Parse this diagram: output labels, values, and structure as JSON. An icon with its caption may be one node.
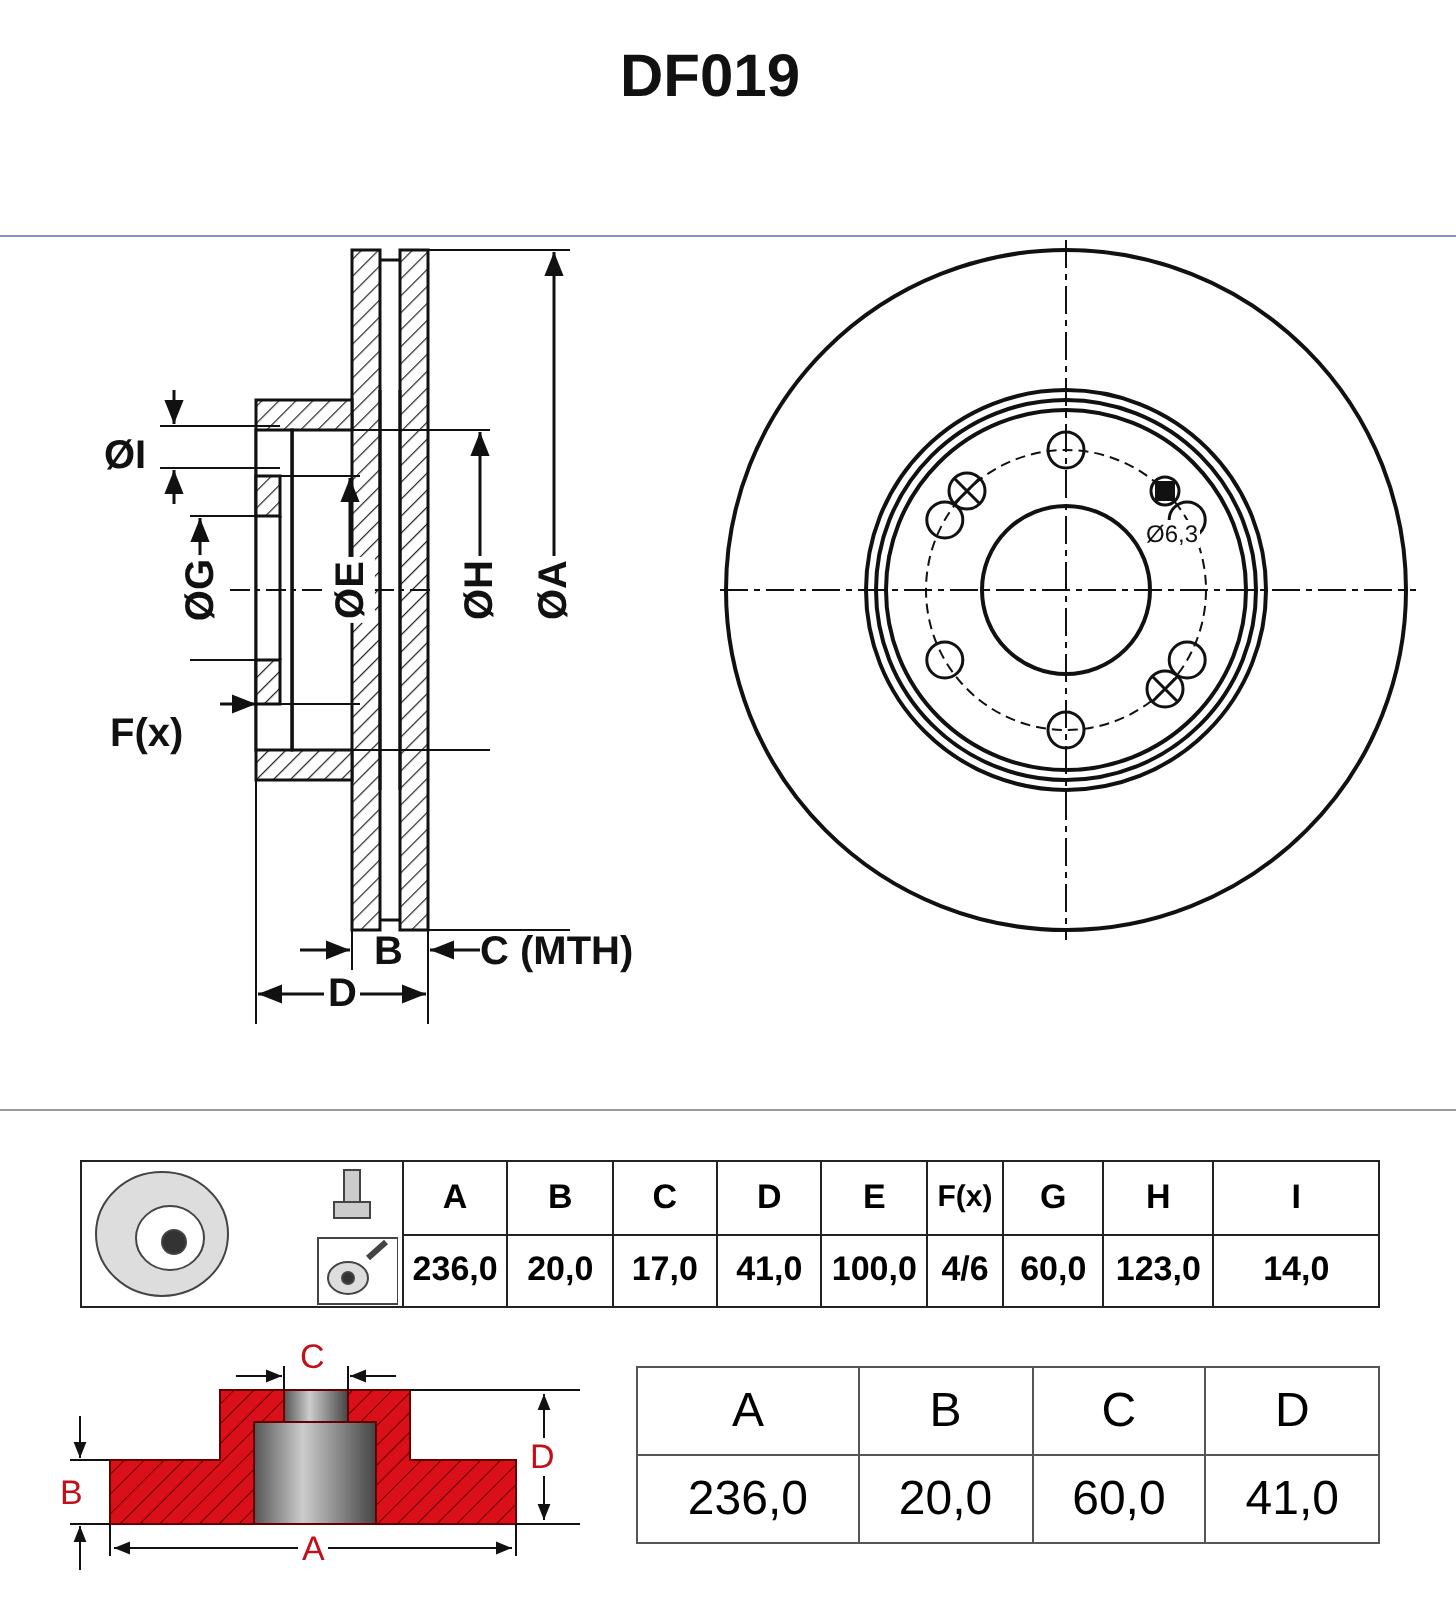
{
  "diagram": {
    "title": "DF019",
    "labels": [
      "ØI",
      "ØG",
      "ØE",
      "ØH",
      "ØA",
      "F(x)",
      "B",
      "C (MTH)",
      "D",
      "Ø6,3",
      "A",
      "B",
      "C",
      "D",
      "E",
      "F(x)",
      "G",
      "H",
      "I",
      "236,0",
      "20,0",
      "17,0",
      "41,0",
      "100,0",
      "4/6",
      "60,0",
      "123,0",
      "14,0",
      "C",
      "B",
      "D",
      "A",
      "A",
      "B",
      "C",
      "D",
      "236,0",
      "20,0",
      "60,0",
      "41,0"
    ]
  }
}
